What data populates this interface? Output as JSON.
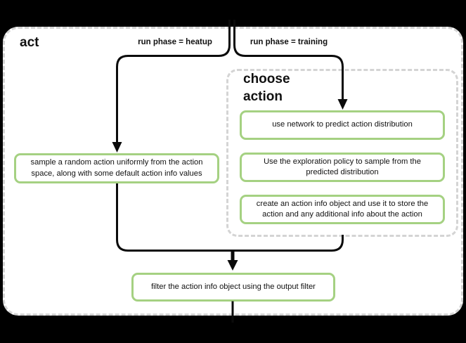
{
  "frame": {
    "title": "act"
  },
  "branch_labels": {
    "heatup": "run phase = heatup",
    "training": "run phase = training"
  },
  "group": {
    "title": "choose action"
  },
  "nodes": {
    "sample": "sample a random action uniformly from the action space, along with some default action info values",
    "predict": "use network to predict action distribution",
    "explore": "Use the exploration policy to sample from the predicted distribution",
    "create": "create an action info object and use it to store the action and any additional info about the action",
    "filter": "filter the action info object using the output filter"
  },
  "colors": {
    "background": "#000000",
    "surface": "#ffffff",
    "frame_border": "#d4d4d4",
    "node_border": "#a5d182",
    "line": "#0b0b0b"
  }
}
